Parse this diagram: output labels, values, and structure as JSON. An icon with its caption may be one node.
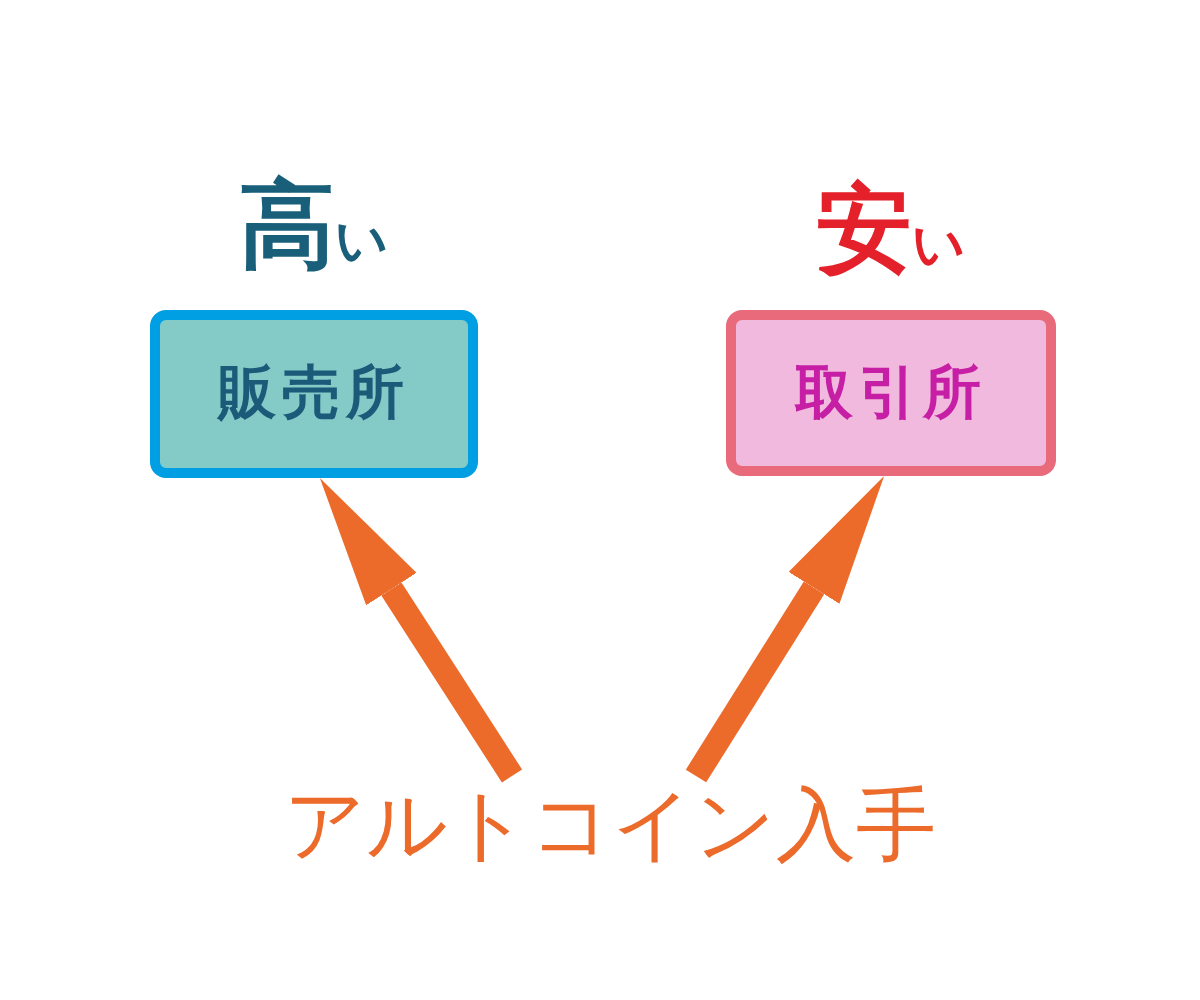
{
  "diagram": {
    "nodes": [
      {
        "text": [
          "高い",
          "販売所"
        ]
      },
      {
        "text": [
          "安い",
          "取引所"
        ]
      },
      {
        "text": [
          "アルトコイン入手"
        ]
      }
    ],
    "edges": [
      {
        "from": 2,
        "to": 0,
        "arrow": "to"
      },
      {
        "from": 2,
        "to": 1,
        "arrow": "to"
      }
    ]
  }
}
